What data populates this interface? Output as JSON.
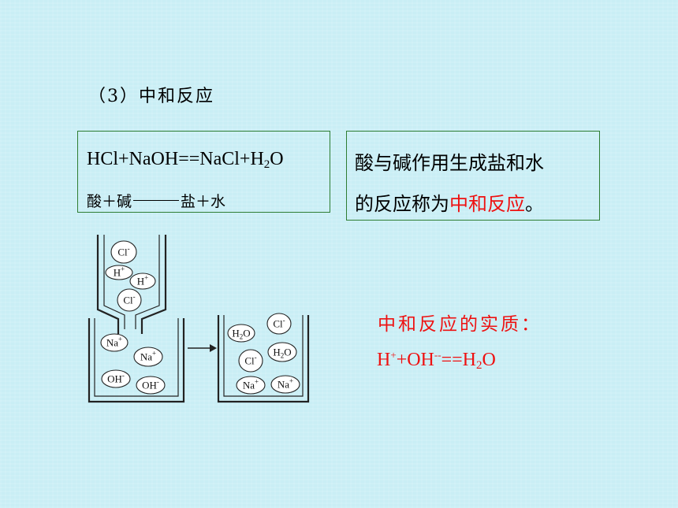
{
  "title": "（3）中和反应",
  "equation_box": {
    "formula": {
      "lhs": "HCl+NaOH==NaCl+H",
      "sub": "2",
      "rhs": "O"
    },
    "word_left": "酸＋碱",
    "word_right": "盐＋水"
  },
  "definition": {
    "line1": "酸与碱作用生成盐和水",
    "line2_pre": "的反应称为",
    "line2_red": "中和反应",
    "line2_post": "。"
  },
  "essence": {
    "title": "中和反应的实质：",
    "h": "H",
    "h_charge": "+",
    "plus_oh": "+OH",
    "oh_charge": "--",
    "eq_h": "==H",
    "sub": "2",
    "o": "O"
  },
  "diagram": {
    "funnel_ions": [
      {
        "base": "Cl",
        "charge": "-"
      },
      {
        "base": "H",
        "charge": "+"
      },
      {
        "base": "H",
        "charge": "+"
      },
      {
        "base": "Cl",
        "charge": "-"
      }
    ],
    "left_beaker_ions": [
      {
        "base": "Na",
        "charge": "+"
      },
      {
        "base": "Na",
        "charge": "+"
      },
      {
        "base": "OH",
        "charge": "-"
      },
      {
        "base": "OH",
        "charge": "-"
      }
    ],
    "right_beaker_ions": [
      {
        "base": "H",
        "sub": "2",
        "after": "O"
      },
      {
        "base": "Cl",
        "charge": "-"
      },
      {
        "base": "H",
        "sub": "2",
        "after": "O"
      },
      {
        "base": "Cl",
        "charge": "-"
      },
      {
        "base": "Na",
        "charge": "+"
      },
      {
        "base": "Na",
        "charge": "+"
      }
    ]
  },
  "colors": {
    "highlight": "#ee1111",
    "border": "#2e7d32",
    "background": "#c9eef5"
  }
}
